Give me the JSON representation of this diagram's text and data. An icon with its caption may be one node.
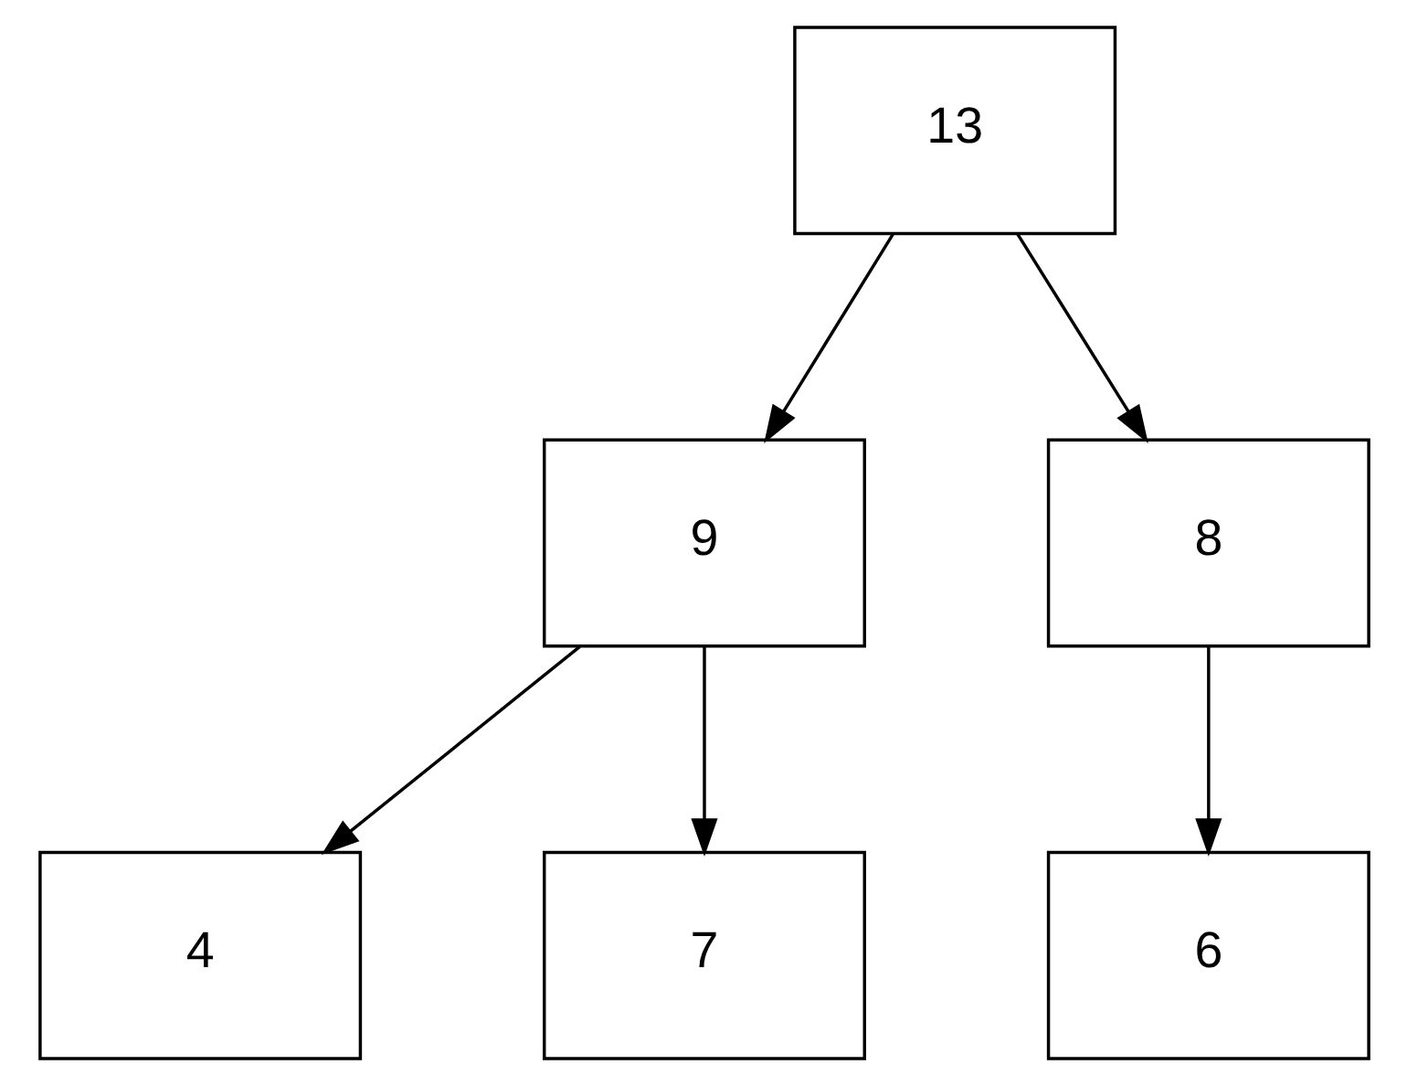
{
  "diagram": {
    "nodes": [
      {
        "text": [
          "13"
        ]
      },
      {
        "text": [
          "9"
        ]
      },
      {
        "text": [
          "8"
        ]
      },
      {
        "text": [
          "4"
        ]
      },
      {
        "text": [
          "7"
        ]
      },
      {
        "text": [
          "6"
        ]
      }
    ],
    "edges": [
      {
        "from": 0,
        "to": 1,
        "arrow": "to"
      },
      {
        "from": 0,
        "to": 2,
        "arrow": "to"
      },
      {
        "from": 1,
        "to": 3,
        "arrow": "to"
      },
      {
        "from": 1,
        "to": 4,
        "arrow": "to"
      },
      {
        "from": 2,
        "to": 5,
        "arrow": "to"
      }
    ]
  }
}
